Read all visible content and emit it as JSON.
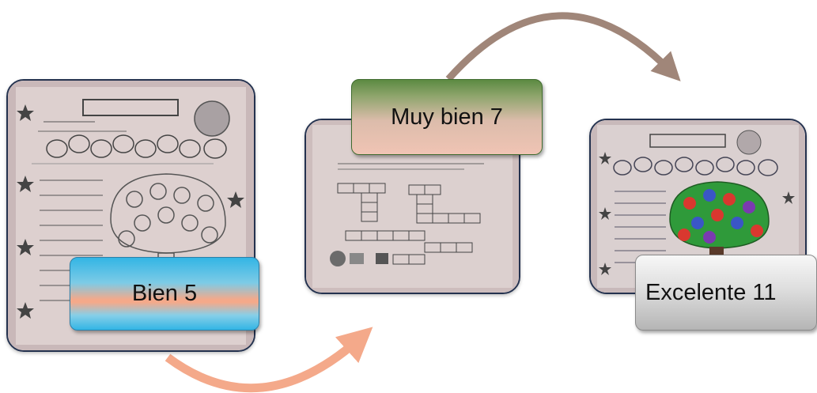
{
  "stages": [
    {
      "label": "Bien 5",
      "photo": "worksheet-partial"
    },
    {
      "label": "Muy bien 7",
      "photo": "crossword-worksheet"
    },
    {
      "label": "Excelente 11",
      "photo": "worksheet-colored"
    }
  ],
  "colors": {
    "arrow_bottom": "#f4a98a",
    "arrow_top": "#a08679",
    "label1_gradient": [
      "#33b5e5",
      "#f4a98a",
      "#33b5e5"
    ],
    "label2_gradient": [
      "#5c8a42",
      "#f0c4b4"
    ],
    "label3_gradient": [
      "#f5f5f5",
      "#b5b5b5"
    ],
    "photo_border": "#24324f"
  }
}
